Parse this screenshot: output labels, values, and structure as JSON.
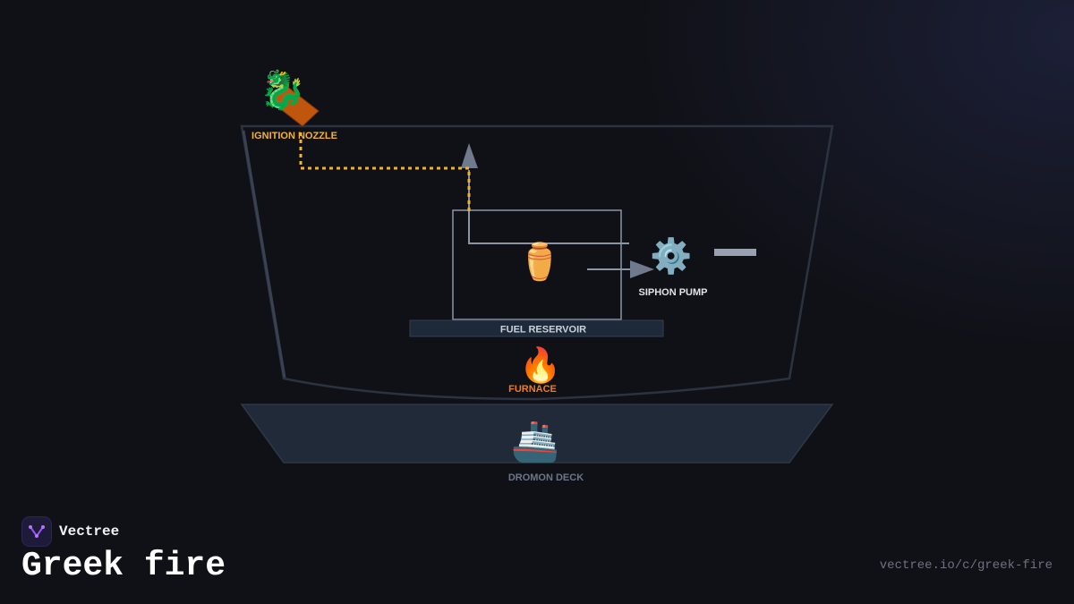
{
  "diagram": {
    "nodes": {
      "ignition_nozzle": {
        "label": "IGNITION NOZZLE",
        "icon": "dragon-icon",
        "glyph": "🐉",
        "color": "#f2b233"
      },
      "fuel_reservoir": {
        "label": "FUEL RESERVOIR",
        "icon": "amphora-icon",
        "glyph": "⚱️",
        "color": "#c9d1dc"
      },
      "siphon_pump": {
        "label": "SIPHON PUMP",
        "icon": "gear-icon",
        "glyph": "⚙️",
        "color": "#dfe4ea"
      },
      "furnace": {
        "label": "FURNACE",
        "icon": "fire-icon",
        "glyph": "🔥",
        "color": "#f07a1f"
      },
      "dromon_deck": {
        "label": "DROMON DECK",
        "icon": "ship-icon",
        "glyph": "🚢",
        "color": "#6b7789"
      }
    },
    "colors": {
      "flame_path": "#f2b233",
      "pipe": "#8c95a6",
      "hull_outline": "#2b3341",
      "deck_fill": "#202a38",
      "reservoir_bar": "#1e2a3a",
      "nozzle_body": "#c0560d"
    }
  },
  "brand": {
    "name": "Vectree",
    "logo_icon": "vectree-logo-icon"
  },
  "page": {
    "title": "Greek fire",
    "url": "vectree.io/c/greek-fire"
  }
}
